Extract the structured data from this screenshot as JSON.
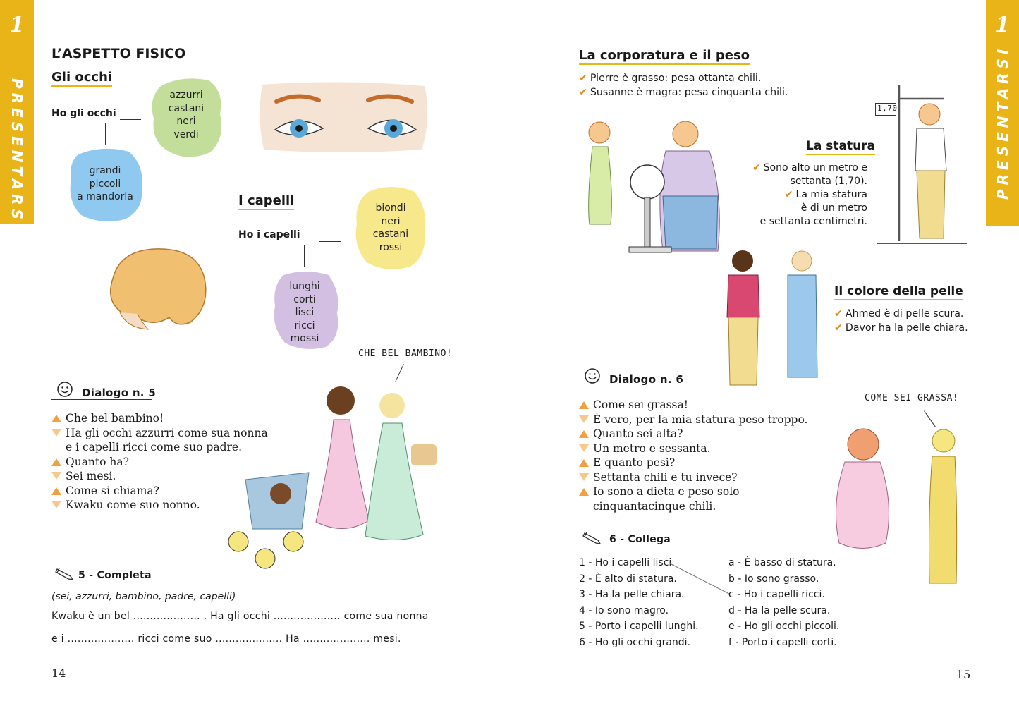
{
  "left_tab": {
    "number": "1",
    "word": "PRESENTARSI"
  },
  "right_tab": {
    "number": "1",
    "word": "PRESENTARSI"
  },
  "left": {
    "title": "L’ASPETTO FISICO",
    "eyes_heading": "Gli occhi",
    "eyes_label": "Ho gli occhi",
    "eyes_colors": [
      "azzurri",
      "castani",
      "neri",
      "verdi"
    ],
    "eyes_shapes": [
      "grandi",
      "piccoli",
      "a mandorla"
    ],
    "hair_heading": "I capelli",
    "hair_label": "Ho i capelli",
    "hair_colors": [
      "biondi",
      "neri",
      "castani",
      "rossi"
    ],
    "hair_types": [
      "lunghi",
      "corti",
      "lisci",
      "ricci",
      "mossi"
    ],
    "speech": "CHE BEL BAMBINO!",
    "dialogue_title": "Dialogo n. 5",
    "dialogue": [
      {
        "dir": "up",
        "text": "Che bel bambino!"
      },
      {
        "dir": "down",
        "text": "Ha gli occhi azzurri come sua nonna"
      },
      {
        "dir": "none",
        "text": "e i capelli ricci come suo padre."
      },
      {
        "dir": "up",
        "text": "Quanto ha?"
      },
      {
        "dir": "down",
        "text": "Sei mesi."
      },
      {
        "dir": "up",
        "text": "Come si chiama?"
      },
      {
        "dir": "down",
        "text": "Kwaku come suo nonno."
      }
    ],
    "exercise_title": "5 - Completa",
    "exercise_hint": "(sei, azzurri, bambino, padre, capelli)",
    "exercise_line1": "Kwaku è un bel .................... . Ha gli occhi .................... come sua nonna",
    "exercise_line2": "e i .................... ricci come suo .................... Ha .................... mesi.",
    "page_number": "14"
  },
  "right": {
    "build_heading": "La corporatura e il peso",
    "build_lines": [
      "Pierre è grasso: pesa ottanta chili.",
      "Susanne è magra: pesa cinquanta chili."
    ],
    "height_sign": "1,70",
    "height_heading": "La statura",
    "height_lines": [
      "Sono alto un metro e",
      "settanta (1,70).",
      "La mia statura",
      "è di un metro",
      "e settanta centimetri."
    ],
    "skin_heading": "Il colore della pelle",
    "skin_lines": [
      "Ahmed è di pelle scura.",
      "Davor ha la pelle chiara."
    ],
    "dialogue_title": "Dialogo n. 6",
    "dialogue": [
      {
        "dir": "up",
        "text": "Come sei grassa!"
      },
      {
        "dir": "down",
        "text": "È vero, per la mia statura peso troppo."
      },
      {
        "dir": "up",
        "text": "Quanto sei alta?"
      },
      {
        "dir": "down",
        "text": "Un metro e sessanta."
      },
      {
        "dir": "up",
        "text": "E quanto pesi?"
      },
      {
        "dir": "down",
        "text": "Settanta chili e tu invece?"
      },
      {
        "dir": "up",
        "text": "Io sono a dieta e peso solo"
      },
      {
        "dir": "none",
        "text": "cinquantacinque chili."
      }
    ],
    "speech": "COME SEI GRASSA!",
    "exercise_title": "6 - Collega",
    "col_left": [
      "1 - Ho i capelli lisci.",
      "2 - È alto di statura.",
      "3 - Ha la pelle chiara.",
      "4 - Io sono magro.",
      "5 - Porto i capelli lunghi.",
      "6 - Ho gli occhi grandi."
    ],
    "col_right": [
      "a - È basso di statura.",
      "b - Io sono grasso.",
      "c - Ho i capelli ricci.",
      "d - Ha la pelle scura.",
      "e - Ho gli occhi piccoli.",
      "f - Porto i capelli corti."
    ],
    "page_number": "15"
  }
}
